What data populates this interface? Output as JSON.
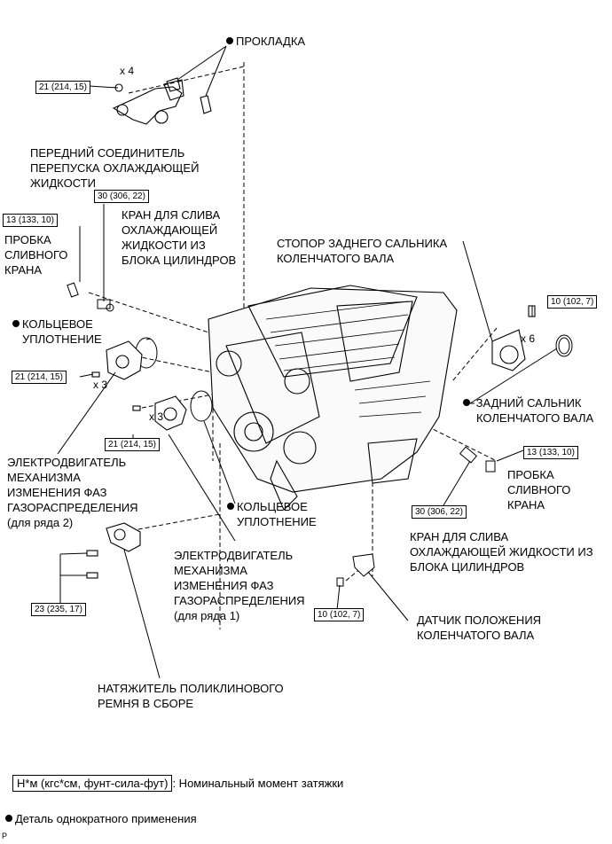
{
  "labels": {
    "gasket": "ПРОКЛАДКА",
    "front_connector": [
      "ПЕРЕДНИЙ СОЕДИНИТЕЛЬ",
      "ПЕРЕПУСКА ОХЛАЖДАЮЩЕЙ",
      "ЖИДКОСТИ"
    ],
    "drain_valve_top": [
      "КРАН ДЛЯ СЛИВА",
      "ОХЛАЖДАЮЩЕЙ",
      "ЖИДКОСТИ ИЗ",
      "БЛОКА ЦИЛИНДРОВ"
    ],
    "drain_plug_left": [
      "ПРОБКА",
      "СЛИВНОГО",
      "КРАНА"
    ],
    "oring_left": [
      "КОЛЬЦЕВОЕ",
      "УПЛОТНЕНИЕ"
    ],
    "rear_retainer": [
      "СТОПОР ЗАДНЕГО САЛЬНИКА",
      "КОЛЕНЧАТОГО ВАЛА"
    ],
    "rear_seal": [
      "ЗАДНИЙ САЛЬНИК",
      "КОЛЕНЧАТОГО ВАЛА"
    ],
    "vvt_motor_bank2": [
      "ЭЛЕКТРОДВИГАТЕЛЬ",
      "МЕХАНИЗМА",
      "ИЗМЕНЕНИЯ ФАЗ",
      "ГАЗОРАСПРЕДЕЛЕНИЯ",
      "(для ряда 2)"
    ],
    "oring_right": [
      "КОЛЬЦЕВОЕ",
      "УПЛОТНЕНИЕ"
    ],
    "drain_plug_right": [
      "ПРОБКА",
      "СЛИВНОГО",
      "КРАНА"
    ],
    "drain_valve_right": [
      "КРАН ДЛЯ СЛИВА",
      "ОХЛАЖДАЮЩЕЙ ЖИДКОСТИ ИЗ",
      "БЛОКА ЦИЛИНДРОВ"
    ],
    "vvt_motor_bank1": [
      "ЭЛЕКТРОДВИГАТЕЛЬ",
      "МЕХАНИЗМА",
      "ИЗМЕНЕНИЯ ФАЗ",
      "ГАЗОРАСПРЕДЕЛЕНИЯ",
      "(для ряда 1)"
    ],
    "crank_sensor": [
      "ДАТЧИК ПОЛОЖЕНИЯ",
      "КОЛЕНЧАТОГО ВАЛА"
    ],
    "tensioner": [
      "НАТЯЖИТЕЛЬ ПОЛИКЛИНОВОГО",
      "РЕМНЯ В СБОРЕ"
    ]
  },
  "torques": {
    "t1": "21 (214, 15)",
    "t2": "30 (306, 22)",
    "t3": "13 (133, 10)",
    "t4": "10 (102, 7)",
    "t5": "21 (214, 15)",
    "t6": "21 (214, 15)",
    "t7": "13 (133, 10)",
    "t8": "30 (306, 22)",
    "t9": "23 (235, 17)",
    "t10": "10 (102, 7)"
  },
  "multipliers": {
    "m1": "x 4",
    "m2": "x 6",
    "m3": "x 3",
    "m4": "x 3"
  },
  "legend": {
    "torque_box": "Н*м (кгс*см, фунт-сила-фут)",
    "torque_desc": ": Номинальный момент затяжки",
    "single_use": "Деталь однократного применения"
  },
  "corner_mark": "P"
}
